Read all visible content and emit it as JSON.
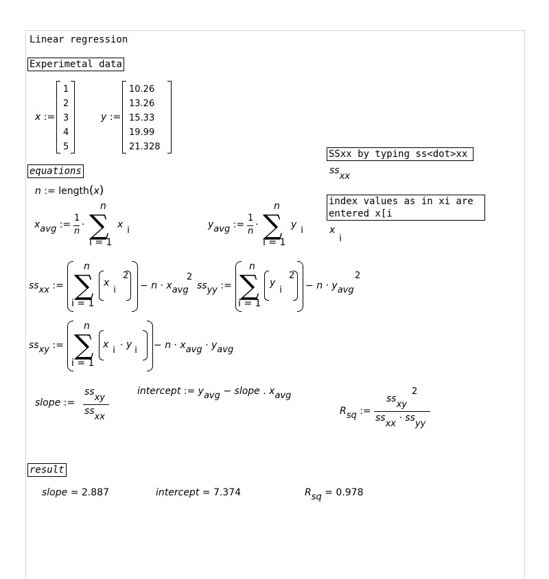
{
  "title": "Linear regression",
  "headings": {
    "experimental": "Experimetal data",
    "equations": "equations",
    "result": "result"
  },
  "notes": {
    "ssxx_tip": "SSxx by typing ss<dot>xx",
    "index_tip_line1": "index values as in xi are",
    "index_tip_line2": "entered x[i"
  },
  "data": {
    "x_name": "x",
    "y_name": "y",
    "x": [
      "1",
      "2",
      "3",
      "4",
      "5"
    ],
    "y": [
      "10.26",
      "13.26",
      "15.33",
      "19.99",
      "21.328"
    ]
  },
  "results": {
    "slope_label": "slope",
    "slope_value": "2.887",
    "intercept_label": "intercept",
    "intercept_value": "7.374",
    "rsq_label": "R",
    "rsq_sub": "sq",
    "rsq_value": "0.978"
  }
}
